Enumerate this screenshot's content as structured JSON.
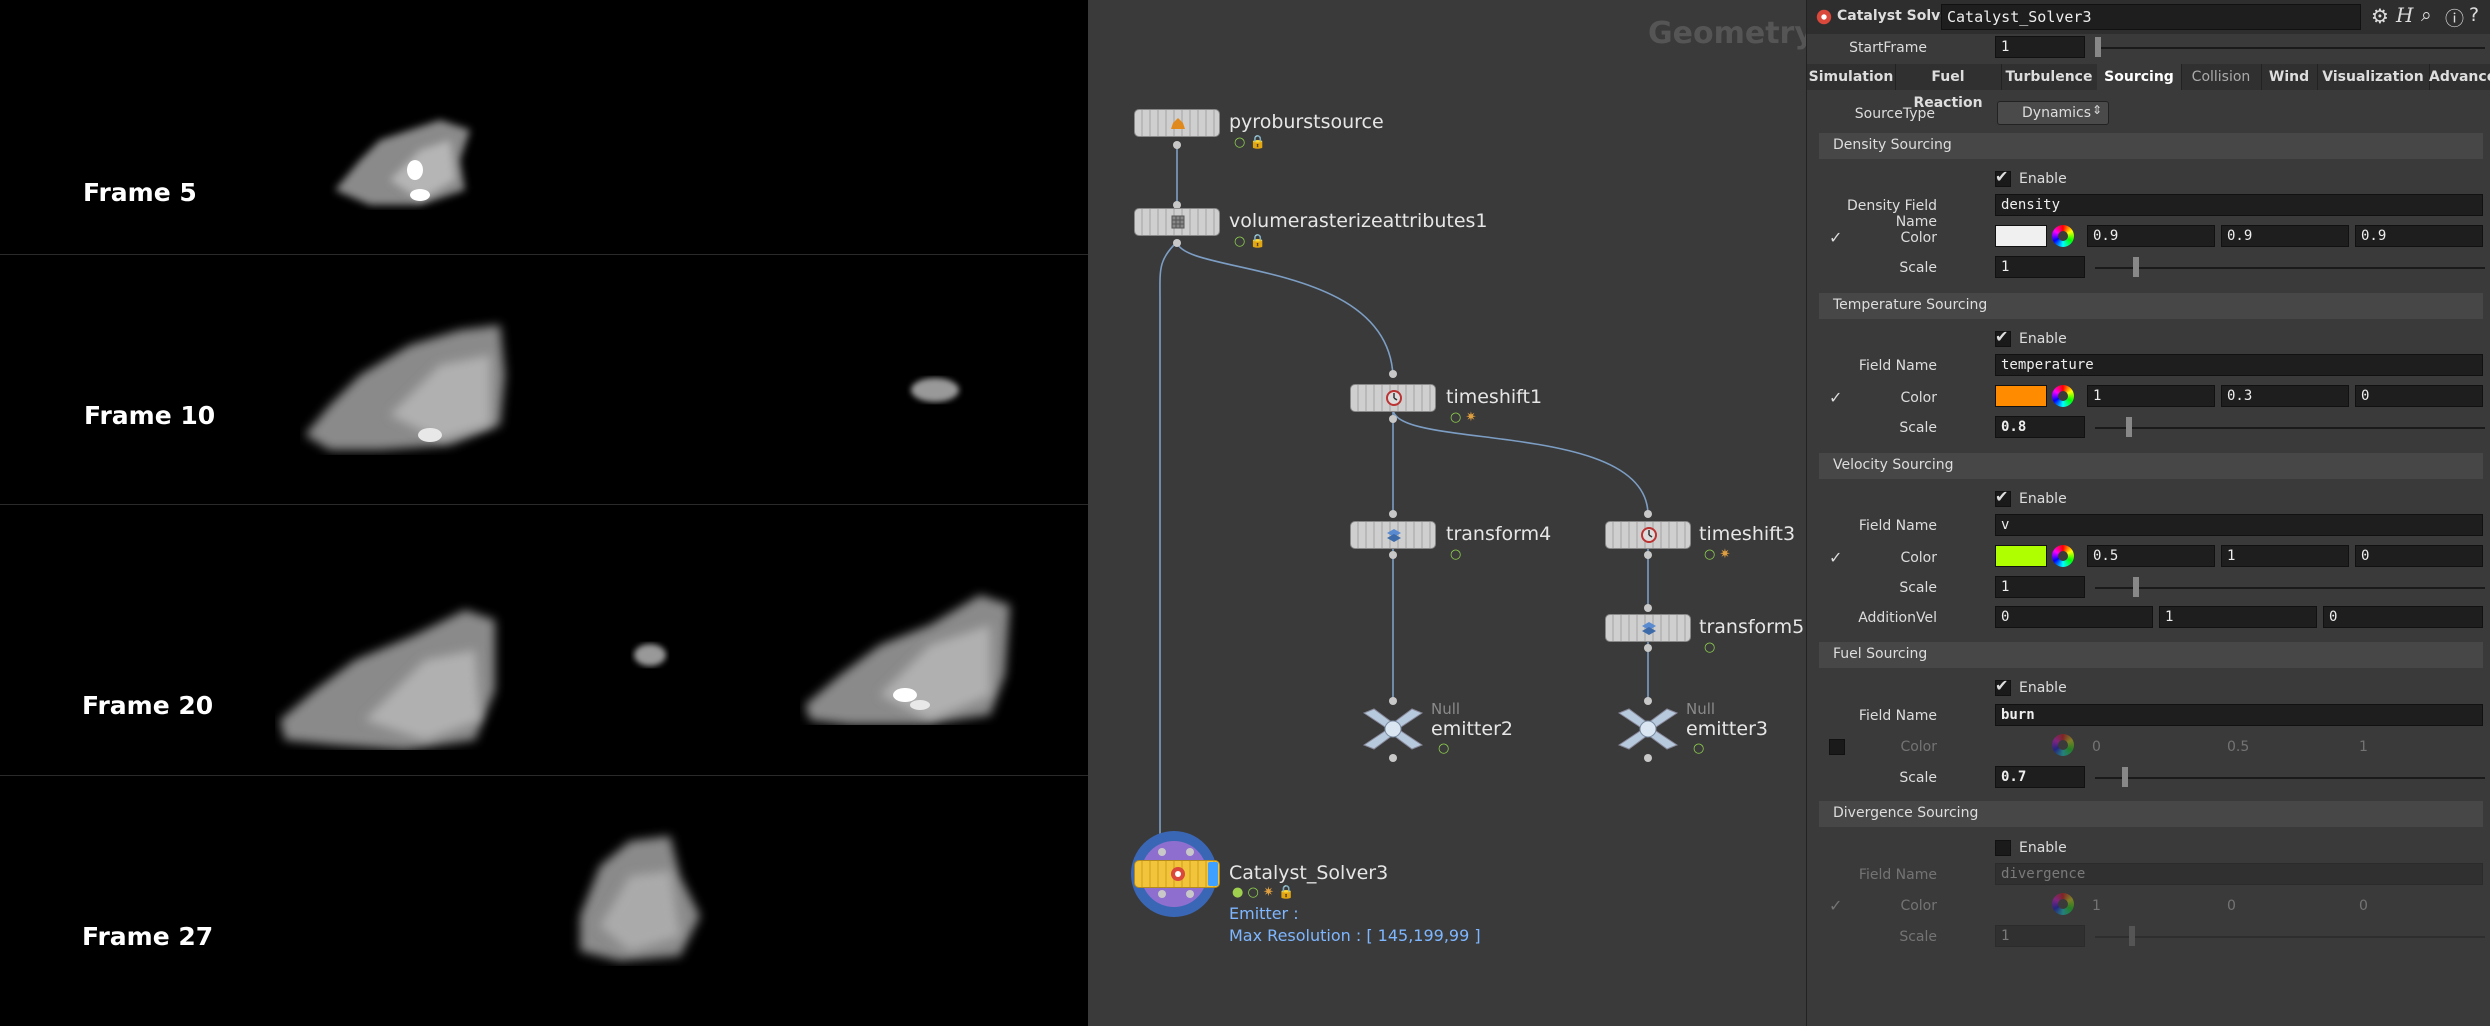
{
  "viewport": {
    "frames": [
      {
        "label": "Frame 5"
      },
      {
        "label": "Frame 10"
      },
      {
        "label": "Frame 20"
      },
      {
        "label": "Frame 27"
      }
    ]
  },
  "network": {
    "title": "Geometry",
    "nodes": {
      "pyroburstsource": {
        "label": "pyroburstsource"
      },
      "volumerasterize": {
        "label": "volumerasterizeattributes1"
      },
      "timeshift1": {
        "label": "timeshift1"
      },
      "transform4": {
        "label": "transform4"
      },
      "timeshift3": {
        "label": "timeshift3"
      },
      "transform5": {
        "label": "transform5"
      },
      "emitter2": {
        "label": "emitter2",
        "type": "Null"
      },
      "emitter3": {
        "label": "emitter3",
        "type": "Null"
      },
      "solver": {
        "label": "Catalyst_Solver3",
        "info1": "Emitter :",
        "info2": "Max Resolution : [ 145,199,99 ]"
      }
    }
  },
  "params": {
    "node_type": "Catalyst Solver",
    "node_name": "Catalyst_Solver3",
    "start_frame_label": "StartFrame",
    "start_frame_value": "1",
    "tabs": [
      "Simulation",
      "Fuel Reaction",
      "Turbulence",
      "Sourcing",
      "Collision",
      "Wind",
      "Visualization",
      "Advance"
    ],
    "active_tab": "Sourcing",
    "source_type_label": "SourceType",
    "source_type_value": "Dynamics",
    "enable_label": "Enable",
    "color_label": "Color",
    "scale_label": "Scale",
    "field_name_label": "Field Name",
    "density": {
      "title": "Density Sourcing",
      "field_label": "Density Field Name",
      "field_value": "density",
      "color": [
        "0.9",
        "0.9",
        "0.9"
      ],
      "swatch": "#f0f0f0",
      "scale": "1",
      "slider": 0.1
    },
    "temperature": {
      "title": "Temperature Sourcing",
      "field_value": "temperature",
      "color": [
        "1",
        "0.3",
        "0"
      ],
      "swatch": "#ff8c00",
      "scale": "0.8",
      "slider": 0.08
    },
    "velocity": {
      "title": "Velocity Sourcing",
      "field_value": "v",
      "color": [
        "0.5",
        "1",
        "0"
      ],
      "swatch": "#b0ff00",
      "scale": "1",
      "slider": 0.1,
      "addition_label": "AdditionVel",
      "addition": [
        "0",
        "1",
        "0"
      ]
    },
    "fuel": {
      "title": "Fuel Sourcing",
      "field_value": "burn",
      "color": [
        "0",
        "0.5",
        "1"
      ],
      "scale": "0.7",
      "slider": 0.07
    },
    "divergence": {
      "title": "Divergence Sourcing",
      "field_value": "divergence",
      "color": [
        "1",
        "0",
        "0"
      ],
      "scale": "1"
    }
  }
}
